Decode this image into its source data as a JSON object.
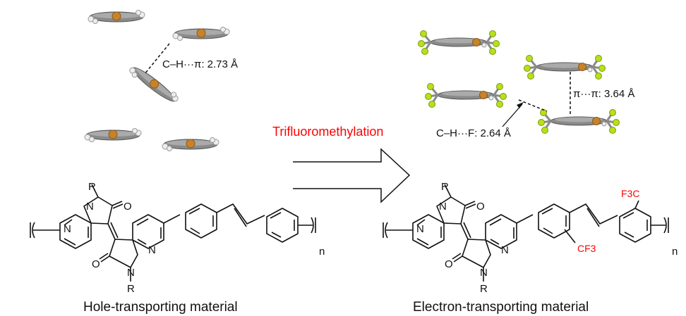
{
  "left": {
    "interaction_label": "C–H···π: 2.73 Å",
    "caption": "Hole-transporting material",
    "atoms": {
      "R_top": "R",
      "R_bottom": "R",
      "O_top": "O",
      "O_bottom": "O",
      "N1": "N",
      "N2": "N",
      "N3": "N",
      "N4": "N",
      "repeat": "n"
    }
  },
  "arrow": {
    "label": "Trifluoromethylation",
    "label_color": "#ff0000"
  },
  "right": {
    "pi_label": "π···π: 3.64 Å",
    "chf_label": "C–H···F: 2.64 Å",
    "caption": "Electron-transporting material",
    "atoms": {
      "R_top": "R",
      "R_bottom": "R",
      "O_top": "O",
      "O_bottom": "O",
      "N1": "N",
      "N2": "N",
      "N3": "N",
      "N4": "N",
      "repeat": "n",
      "cf3_top": "F3C",
      "cf3_bottom": "CF3"
    }
  },
  "colors": {
    "carbon": "#7a7a7a",
    "sulfur": "#c8822a",
    "fluorine": "#b8e01a",
    "hydrogen": "#f2f2f2",
    "highlight": "#ff0000"
  }
}
